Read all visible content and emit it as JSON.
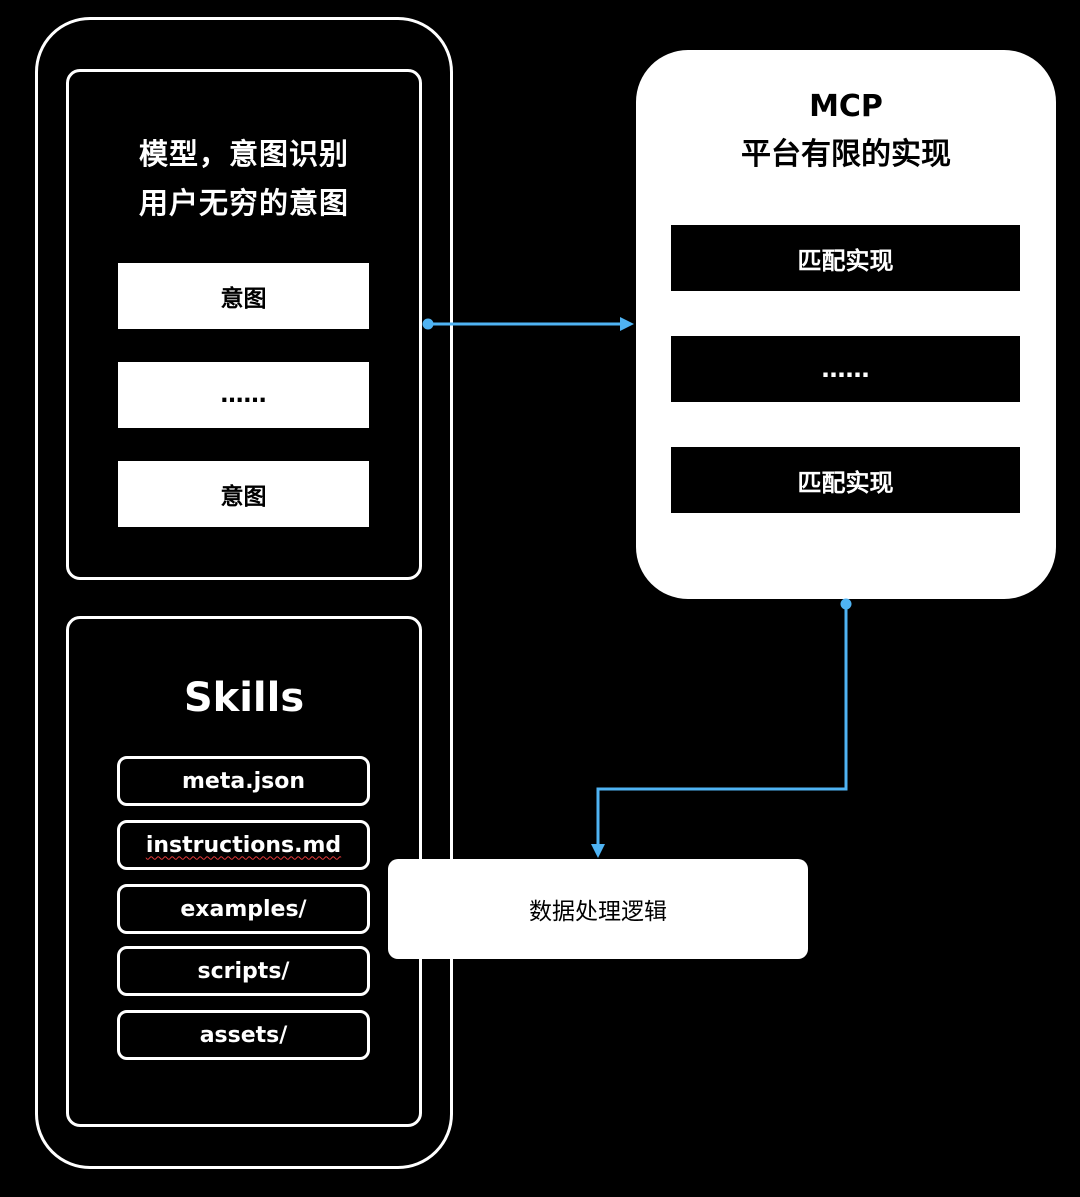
{
  "model_panel": {
    "title_line1": "模型，意图识别",
    "title_line2": "用户无穷的意图",
    "items": [
      "意图",
      "……",
      "意图"
    ]
  },
  "skills_panel": {
    "title": "Skills",
    "files": [
      "meta.json",
      "instructions.md",
      "examples/",
      "scripts/",
      "assets/"
    ]
  },
  "mcp_panel": {
    "title_line1": "MCP",
    "title_line2": "平台有限的实现",
    "items": [
      "匹配实现",
      "……",
      "匹配实现"
    ]
  },
  "data_box": {
    "label": "数据处理逻辑"
  },
  "colors": {
    "background": "#000000",
    "foreground": "#ffffff",
    "connector": "#4fb3f3"
  }
}
